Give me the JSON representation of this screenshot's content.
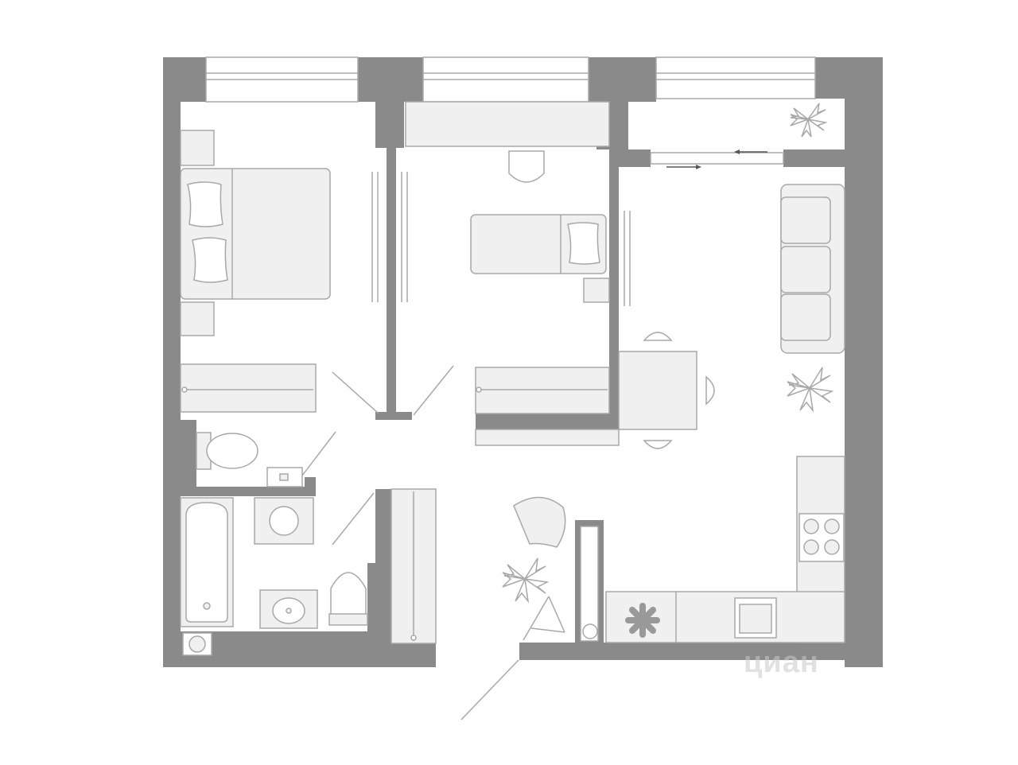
{
  "watermark": {
    "text": "циан",
    "logo": "cian-logo"
  },
  "colors": {
    "wall": "#8a8a8a",
    "furniture": "#f0f0f0",
    "outline": "#a8a8a8"
  },
  "rooms": [
    "bedroom",
    "child-room",
    "living-kitchen",
    "balcony",
    "toilet",
    "bathroom",
    "hallway"
  ]
}
